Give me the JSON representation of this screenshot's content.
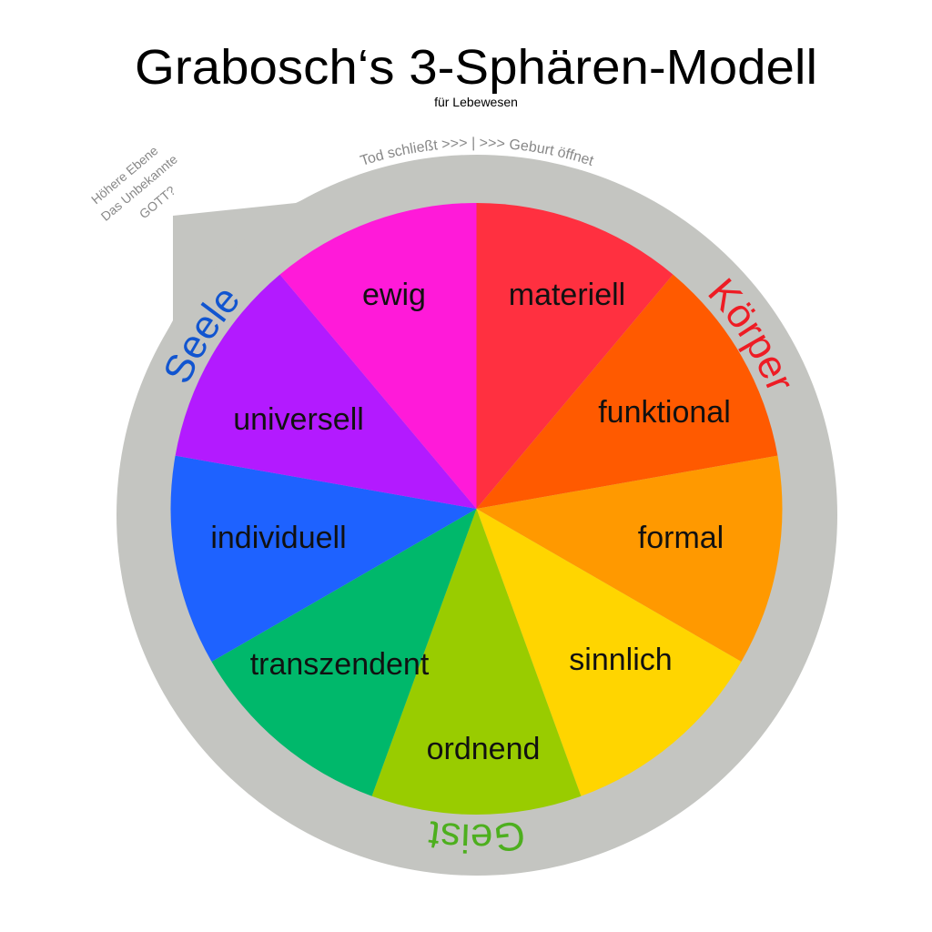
{
  "title": "Grabosch‘s 3-Sphären-Modell",
  "subtitle": "für Lebewesen",
  "cycle_text": "Tod schließt >>>  |  >>> Geburt öffnet",
  "higher_level": {
    "lines": [
      "Höhere Ebene",
      "Das Unbekannte",
      "GOTT?"
    ]
  },
  "spheres": [
    {
      "label": "Körper",
      "color": "#ee1c24"
    },
    {
      "label": "Geist",
      "color": "#4daf1e"
    },
    {
      "label": "Seele",
      "color": "#1155d0"
    }
  ],
  "segments": [
    {
      "label": "materiell",
      "color": "#ff3040"
    },
    {
      "label": "funktional",
      "color": "#ff5a00"
    },
    {
      "label": "formal",
      "color": "#ff9900"
    },
    {
      "label": "sinnlich",
      "color": "#ffd500"
    },
    {
      "label": "ordnend",
      "color": "#99cc00"
    },
    {
      "label": "transzendent",
      "color": "#00b86b"
    },
    {
      "label": "individuell",
      "color": "#1e62ff"
    },
    {
      "label": "universell",
      "color": "#b31aff"
    },
    {
      "label": "ewig",
      "color": "#ff1ad9"
    }
  ],
  "ring_color": "#c4c5c1"
}
